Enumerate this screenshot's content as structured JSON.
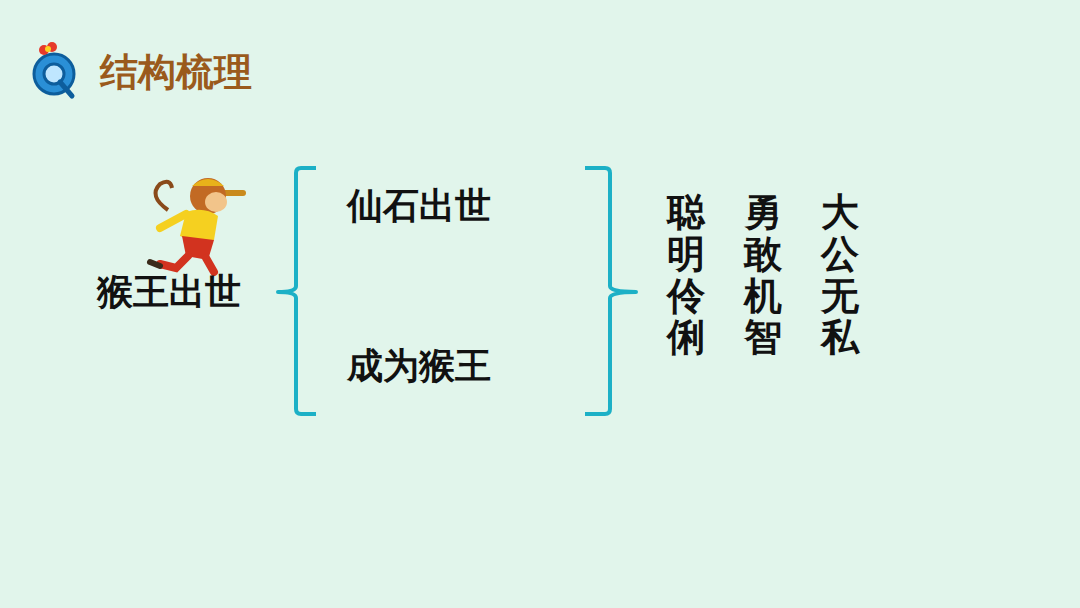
{
  "diagram": {
    "title": "结构梳理",
    "labels": [
      "猴王出世",
      "仙石出世",
      "成为猴王",
      "聪明伶俐",
      "勇敢机智",
      "大公无私"
    ]
  }
}
